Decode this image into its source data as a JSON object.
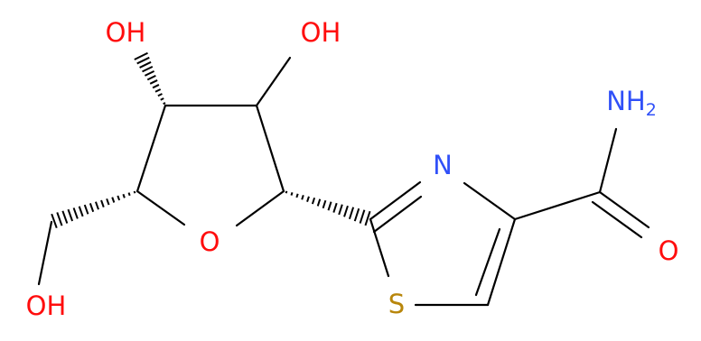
{
  "atoms": {
    "oh_top_left": "OH",
    "oh_top_right": "OH",
    "oh_bottom_left": "OH",
    "ring_oxygen": "O",
    "thiazole_nitrogen": "N",
    "thiazole_sulfur": "S",
    "amide_nitrogen": "NH",
    "amide_nitrogen_subscript": "2",
    "amide_oxygen": "O"
  },
  "colors": {
    "oxygen": "#ff0d0d",
    "nitrogen": "#3050f8",
    "sulfur": "#b8860b",
    "bond": "#000000",
    "background": "#ffffff"
  }
}
